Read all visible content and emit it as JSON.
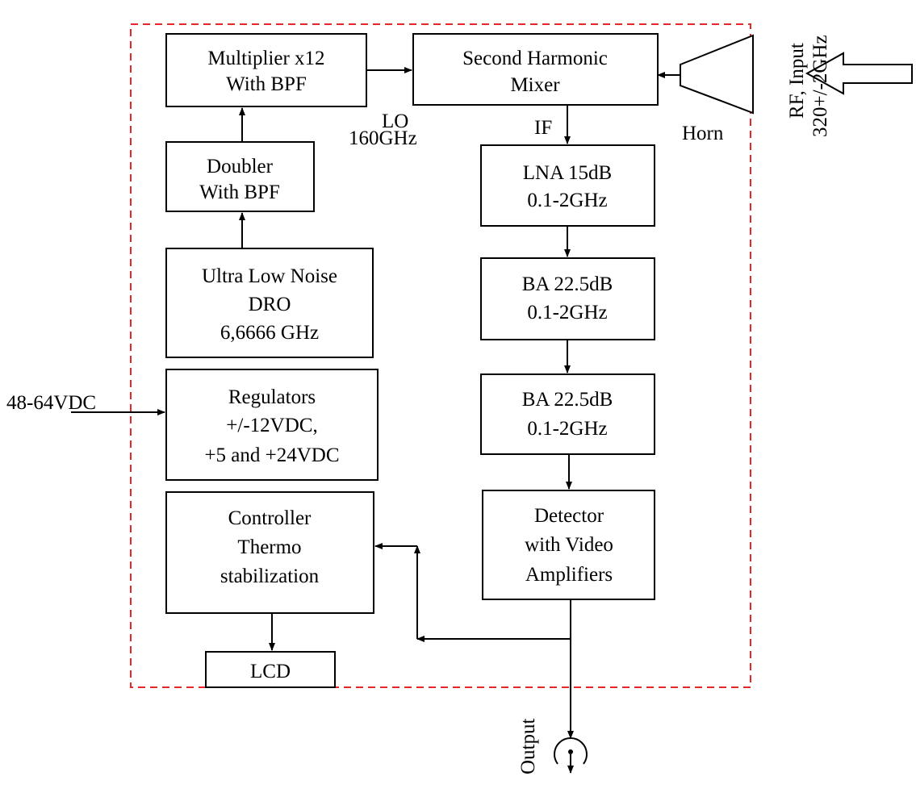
{
  "blocks": {
    "multiplier": [
      "Multiplier x12",
      "With BPF"
    ],
    "doubler": [
      "Doubler",
      "With BPF"
    ],
    "dro": [
      "Ultra Low Noise",
      "DRO",
      "6,6666 GHz"
    ],
    "regulators": [
      "Regulators",
      "+/-12VDC,",
      "+5 and +24VDC"
    ],
    "controller": [
      "Controller",
      "Thermo",
      "stabilization"
    ],
    "lcd": "LCD",
    "mixer": [
      "Second Harmonic",
      "Mixer"
    ],
    "lna": [
      "LNA 15dB",
      "0.1-2GHz"
    ],
    "ba1": [
      "BA 22.5dB",
      "0.1-2GHz"
    ],
    "ba2": [
      "BA 22.5dB",
      "0.1-2GHz"
    ],
    "detector": [
      "Detector",
      "with Video",
      "Amplifiers"
    ]
  },
  "labels": {
    "lo": "LO",
    "lo_freq": "160GHz",
    "if": "IF",
    "horn": "Horn",
    "power_in": "48-64VDC",
    "output": "Output",
    "rf_input": [
      "RF, Input",
      "320+/-2GHz"
    ]
  },
  "colors": {
    "boundary": "#e8262a",
    "lines": "#000000"
  }
}
